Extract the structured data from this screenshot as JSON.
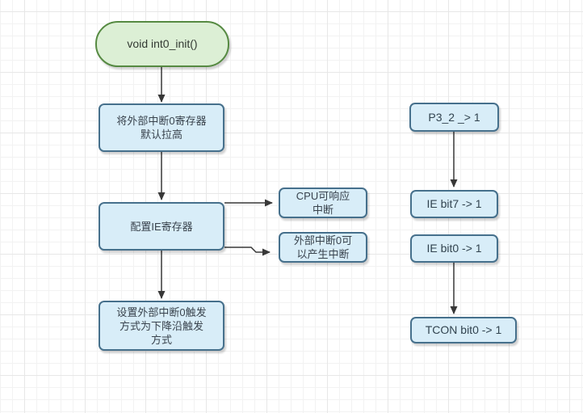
{
  "diagram": {
    "nodes": {
      "start": {
        "label": "void int0_init()"
      },
      "pull_high": {
        "lines": [
          "将外部中断0寄存器",
          "默认拉高"
        ]
      },
      "config_ie": {
        "label": "配置IE寄存器"
      },
      "set_trigger": {
        "lines": [
          "设置外部中断0触发",
          "方式为下降沿触发",
          "方式"
        ]
      },
      "cpu_enable": {
        "lines": [
          "CPU可响应",
          "中断"
        ]
      },
      "ext_int_enable": {
        "lines": [
          "外部中断0可",
          "以产生中断"
        ]
      },
      "p3_2": {
        "label": "P3_2 _> 1"
      },
      "ie_bit7": {
        "label": "IE bit7 -> 1"
      },
      "ie_bit0": {
        "label": "IE bit0 -> 1"
      },
      "tcon_bit0": {
        "label": "TCON bit0 -> 1"
      }
    },
    "edges": [
      {
        "from": "start",
        "to": "pull_high",
        "arrow": true
      },
      {
        "from": "pull_high",
        "to": "config_ie",
        "arrow": true
      },
      {
        "from": "config_ie",
        "to": "set_trigger",
        "arrow": true
      },
      {
        "from": "config_ie",
        "to": "cpu_enable",
        "arrow": true
      },
      {
        "from": "config_ie",
        "to": "ext_int_enable",
        "arrow": true
      },
      {
        "from": "p3_2",
        "to": "ie_bit7",
        "arrow": true
      },
      {
        "from": "ie_bit0",
        "to": "tcon_bit0",
        "arrow": true
      }
    ],
    "colors": {
      "start_fill": "#dcefd5",
      "start_stroke": "#568a42",
      "process_fill": "#d8edf8",
      "process_stroke": "#46708c",
      "connector": "#383838",
      "grid_minor": "#f2f2f2",
      "grid_major": "#e7e7e7",
      "background": "#ffffff"
    }
  }
}
